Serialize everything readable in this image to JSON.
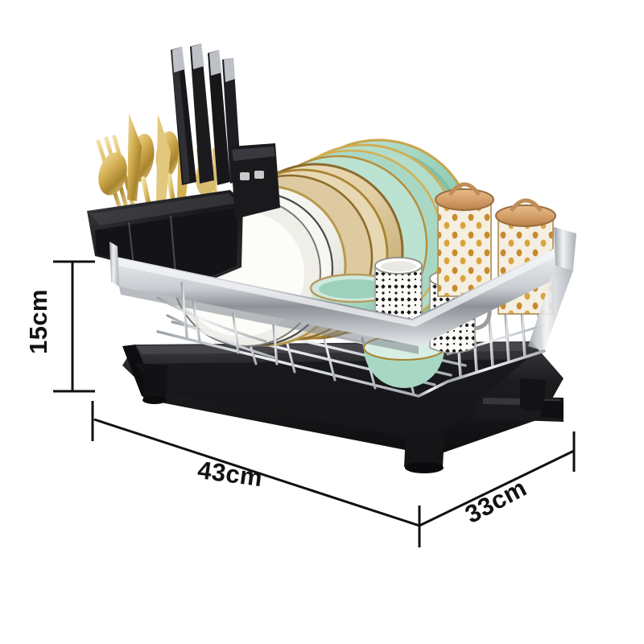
{
  "product": {
    "name": "Stainless Steel Dish Drying Rack",
    "description": "Single-tier chrome wire dish drainer with black plastic drip tray, removable cutlery caddy and side drainage spout, shown loaded with dishes",
    "background_color": "#ffffff"
  },
  "dimensions": {
    "height": {
      "label": "15cm",
      "value": 15,
      "unit": "cm",
      "orientation": "vertical"
    },
    "width": {
      "label": "43cm",
      "value": 43,
      "unit": "cm",
      "orientation": "horizontal-front"
    },
    "depth": {
      "label": "33cm",
      "value": 33,
      "unit": "cm",
      "orientation": "diagonal-right"
    },
    "line_color": "#101010",
    "text_color": "#121212"
  },
  "palette": {
    "black_plastic": "#1c1c1e",
    "black_plastic_hi": "#4a4a4e",
    "chrome": "#c9ccd1",
    "chrome_hi": "#f2f4f6",
    "chrome_dark": "#8d9299",
    "gold": "#d4af52",
    "gold_dark": "#a8842f",
    "gold_light": "#efd98c",
    "mint": "#a8d8c4",
    "mint_dark": "#6fb79b",
    "mint_light": "#cfe9dd",
    "tan": "#e2cfa4",
    "tan_dark": "#b99a5e",
    "cream": "#f3ece0",
    "white_ware": "#fbfaf7",
    "dot_black": "#1a1a1a",
    "amber": "#c98a2e",
    "copper": "#d9a06a"
  },
  "contents": [
    {
      "id": "cutlery-caddy",
      "label": "Cutlery caddy",
      "color": "#1c1c1e"
    },
    {
      "id": "gold-forks",
      "label": "Gold forks",
      "color": "#d4af52"
    },
    {
      "id": "gold-spoons",
      "label": "Gold spoons",
      "color": "#d4af52"
    },
    {
      "id": "gold-knives",
      "label": "Gold knives",
      "color": "#efd98c"
    },
    {
      "id": "black-handled-knives",
      "label": "Black handled knives",
      "color": "#1c1c1e"
    },
    {
      "id": "mint-plates",
      "label": "Mint green gold-rimmed plates",
      "color": "#a8d8c4"
    },
    {
      "id": "tan-plates",
      "label": "Tan gold-rimmed plates",
      "color": "#e2cfa4"
    },
    {
      "id": "white-plate",
      "label": "White gold-rimmed plate",
      "color": "#fbfaf7"
    },
    {
      "id": "gold-canister-left",
      "label": "Gold dot canister with lid",
      "color": "#f3ece0"
    },
    {
      "id": "gold-canister-right",
      "label": "Gold dot canister with lid",
      "color": "#f3ece0"
    },
    {
      "id": "dotted-mug-left",
      "label": "White mug with black dot pattern",
      "color": "#fbfaf7"
    },
    {
      "id": "dotted-mug-right",
      "label": "White mug with black dot pattern",
      "color": "#fbfaf7"
    },
    {
      "id": "mint-bowl-upper",
      "label": "Mint green bowl",
      "color": "#a8d8c4"
    },
    {
      "id": "mint-bowl-lower",
      "label": "Mint green bowl",
      "color": "#a8d8c4"
    },
    {
      "id": "drainage-spout",
      "label": "Drainage spout",
      "color": "#1c1c1e"
    }
  ]
}
